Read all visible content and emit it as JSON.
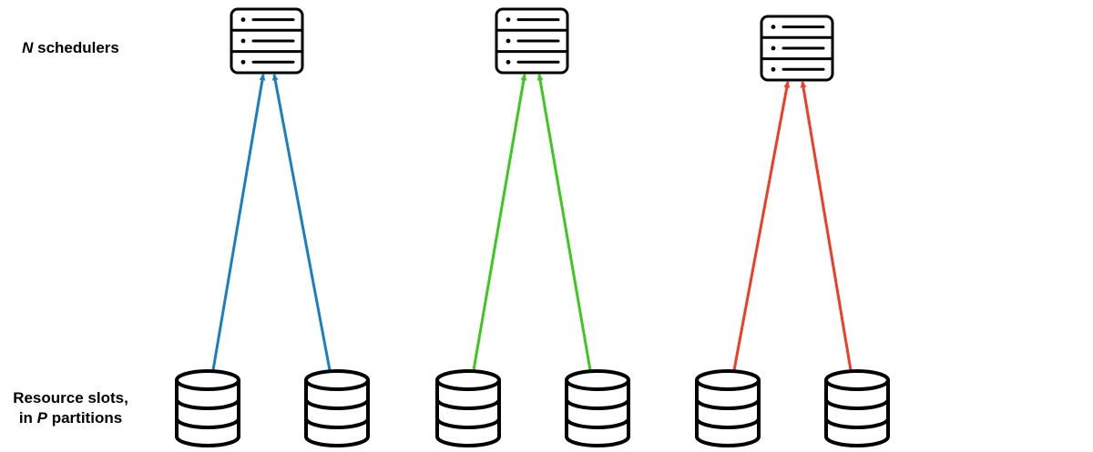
{
  "labels": {
    "schedulers": {
      "variable": "N",
      "text": " schedulers"
    },
    "resources": {
      "line1": "Resource slots,",
      "line2_prefix": "in ",
      "line2_variable": "P",
      "line2_suffix": " partitions"
    }
  },
  "colors": {
    "group_1": "#1a7fc1",
    "group_2": "#3cc81e",
    "group_3": "#f03c24",
    "outline": "#000000"
  },
  "icons": {
    "scheduler": "server-rack-icon",
    "resource": "database-icon"
  },
  "groups": [
    {
      "scheduler": "scheduler-1",
      "resources": [
        "resource-slot-1",
        "resource-slot-2"
      ],
      "color_key": "group_1"
    },
    {
      "scheduler": "scheduler-2",
      "resources": [
        "resource-slot-3",
        "resource-slot-4"
      ],
      "color_key": "group_2"
    },
    {
      "scheduler": "scheduler-3",
      "resources": [
        "resource-slot-5",
        "resource-slot-6"
      ],
      "color_key": "group_3"
    }
  ]
}
